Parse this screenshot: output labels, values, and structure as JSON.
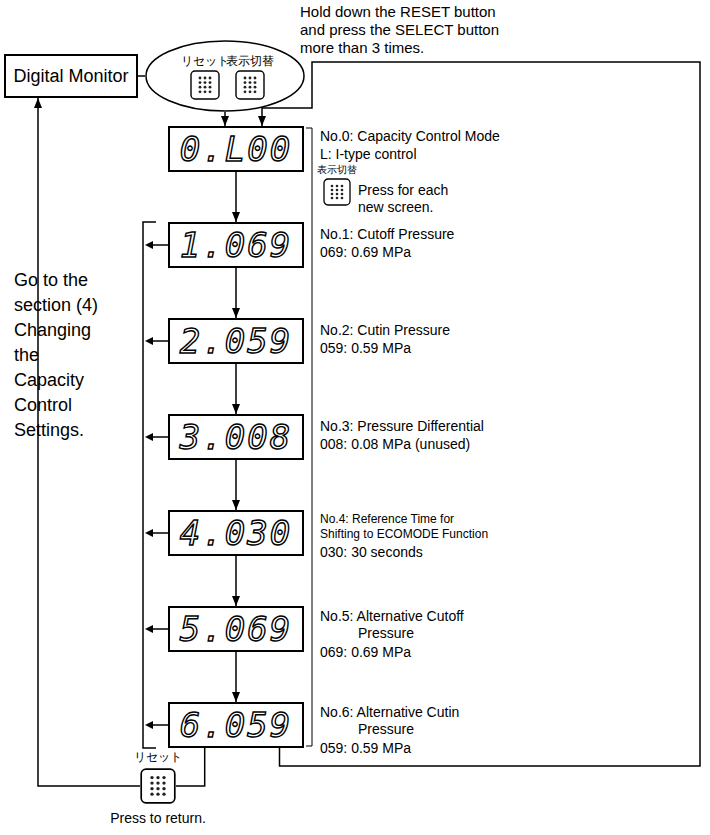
{
  "diagram": {
    "nodes": [
      {
        "text": [
          "Digital Monitor"
        ]
      },
      {
        "text": [
          "リセット",
          "表示切替"
        ]
      },
      {
        "text": [
          "0.L00"
        ]
      },
      {
        "text": [
          "1.069"
        ]
      },
      {
        "text": [
          "2.059"
        ]
      },
      {
        "text": [
          "3.008"
        ]
      },
      {
        "text": [
          "4.030"
        ]
      },
      {
        "text": [
          "5.069"
        ]
      },
      {
        "text": [
          "6.059"
        ]
      },
      {
        "text": [
          "リセット"
        ]
      }
    ],
    "edges": [
      {
        "from": 0,
        "to": 1,
        "arrow": "none"
      },
      {
        "from": 1,
        "to": 2,
        "arrow": "to"
      },
      {
        "from": 2,
        "to": 3,
        "arrow": "to"
      },
      {
        "from": 3,
        "to": 4,
        "arrow": "to"
      },
      {
        "from": 4,
        "to": 5,
        "arrow": "to"
      },
      {
        "from": 5,
        "to": 6,
        "arrow": "to"
      },
      {
        "from": 6,
        "to": 7,
        "arrow": "to"
      },
      {
        "from": 7,
        "to": 8,
        "arrow": "to"
      },
      {
        "from": 8,
        "to": 2,
        "arrow": "to"
      },
      {
        "from": 8,
        "to": 9,
        "arrow": "none"
      },
      {
        "from": 9,
        "to": 0,
        "arrow": "to"
      }
    ],
    "labels": [
      "Hold down the RESET button and press the SELECT button more than 3 times.",
      "No.0: Capacity Control Mode",
      "L: I-type control",
      "表示切替",
      "Press for each new screen.",
      "No.1: Cutoff Pressure",
      "069: 0.69 MPa",
      "No.2: Cutin Pressure",
      "059: 0.59 MPa",
      "No.3: Pressure Differential",
      "008: 0.08 MPa (unused)",
      "No.4: Reference Time for Shifting to ECOMODE Function",
      "030: 30 seconds",
      "No.5: Alternative Cutoff Pressure",
      "069: 0.69 MPa",
      "No.6: Alternative Cutin Pressure",
      "059: 0.59 MPa",
      "Go to the section (4) Changing the Capacity Control Settings.",
      "Press to return."
    ]
  }
}
